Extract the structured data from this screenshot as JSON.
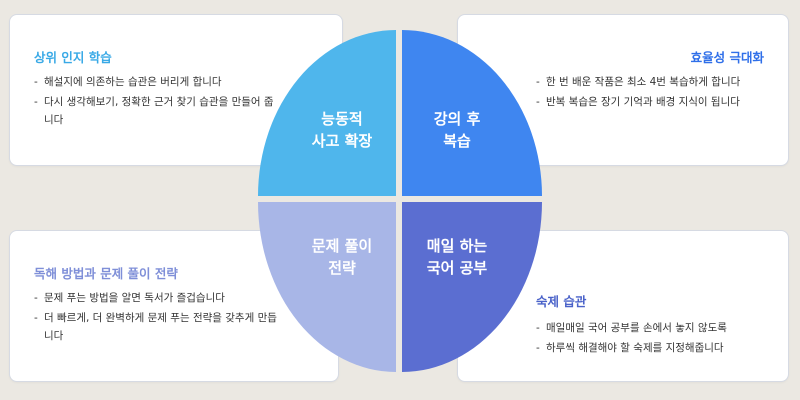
{
  "colors": {
    "background": "#ebe8e2",
    "quadrant_top_left": "#4fb6ec",
    "quadrant_top_right": "#3f86f0",
    "quadrant_bottom_left": "#a8b6e7",
    "quadrant_bottom_right": "#5b6ed1"
  },
  "center": {
    "top_left": "능동적\n사고 확장",
    "top_right": "강의 후\n복습",
    "bottom_left": "문제 풀이\n전략",
    "bottom_right": "매일 하는\n국어 공부"
  },
  "cards": {
    "top_left": {
      "title": "상위 인지 학습",
      "bullets": [
        "해설지에 의존하는 습관은 버리게 합니다",
        "다시 생각해보기, 정확한 근거 찾기 습관을 만들어 줍니다"
      ]
    },
    "top_right": {
      "title": "효율성 극대화",
      "bullets": [
        "한 번 배운 작품은 최소 4번 복습하게 합니다",
        "반복 복습은 장기 기억과 배경 지식이 됩니다"
      ]
    },
    "bottom_left": {
      "title": "독해 방법과 문제 풀이 전략",
      "bullets": [
        "문제 푸는 방법을 알면 독서가 즐겁습니다",
        "더 빠르게, 더 완벽하게 문제 푸는 전략을 갖추게 만듭니다"
      ]
    },
    "bottom_right": {
      "title": "숙제 습관",
      "bullets": [
        "매일매일 국어 공부를 손에서 놓지 않도록",
        "하루씩 해결해야 할 숙제를 지정해줍니다"
      ]
    }
  }
}
